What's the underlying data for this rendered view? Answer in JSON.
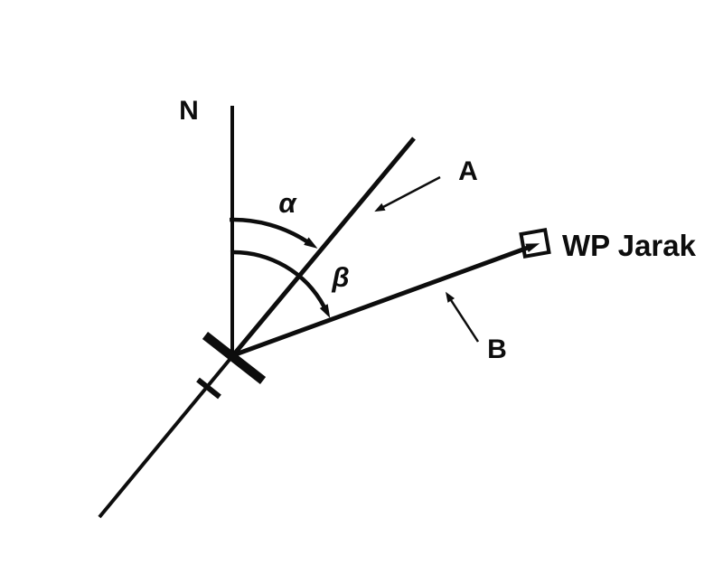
{
  "diagram": {
    "colors": {
      "ink": "#0d0d0d",
      "background": "#ffffff"
    },
    "labels": {
      "north": "N",
      "angle_alpha": "α",
      "angle_beta": "β",
      "bearing_a": "A",
      "bearing_b": "B",
      "waypoint": "WP Jarak"
    }
  }
}
